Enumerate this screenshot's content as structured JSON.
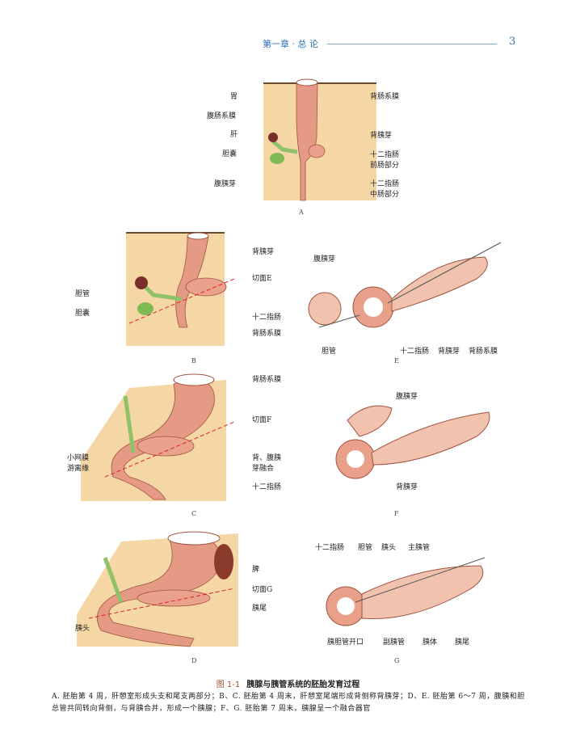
{
  "header": {
    "chapter": "第一章 · 总  论",
    "page_number": "3"
  },
  "panelA": {
    "caption": "A",
    "left": [
      "胃",
      "腹肠系膜",
      "肝",
      "胆囊",
      "腹胰芽"
    ],
    "right": [
      "背肠系膜",
      "背胰芽",
      "十二指肠",
      "前肠部分",
      "十二指肠",
      "中肠部分"
    ]
  },
  "panelB": {
    "caption": "B",
    "labels": [
      "背胰芽",
      "切面E",
      "胆管",
      "胆囊",
      "十二指肠",
      "背肠系膜"
    ]
  },
  "panelE": {
    "caption": "E",
    "labels": [
      "腹胰芽",
      "胆管",
      "十二指肠",
      "背胰芽",
      "背肠系膜"
    ]
  },
  "panelC": {
    "caption": "C",
    "labels": [
      "背肠系膜",
      "切面F",
      "小网膜",
      "游离缘",
      "背、腹胰",
      "芽融合",
      "十二指肠"
    ]
  },
  "panelF": {
    "caption": "F",
    "labels": [
      "腹胰芽",
      "背胰芽"
    ]
  },
  "panelD": {
    "caption": "D",
    "labels": [
      "脾",
      "切面G",
      "胰尾",
      "胰头"
    ]
  },
  "panelG": {
    "caption": "G",
    "top": [
      "十二指肠",
      "胆管",
      "胰头",
      "主胰管"
    ],
    "bottom": [
      "胰胆管开口",
      "副胰管",
      "胰体",
      "胰尾"
    ]
  },
  "figure": {
    "number": "图 1-1",
    "title": "胰腺与胰管系统的胚胎发育过程",
    "description": "A. 胚胎第 4 周，肝憩室形成头支和尾支两部分；B、C. 胚胎第 4 周末，肝憩室尾端形成背侧称背胰芽；D、E. 胚胎第 6～7 周，腹胰和胆总管共同转向背侧，与背胰合并，形成一个胰腺；F、G. 胚胎第 7 周末，胰腺呈一个融合器官"
  }
}
